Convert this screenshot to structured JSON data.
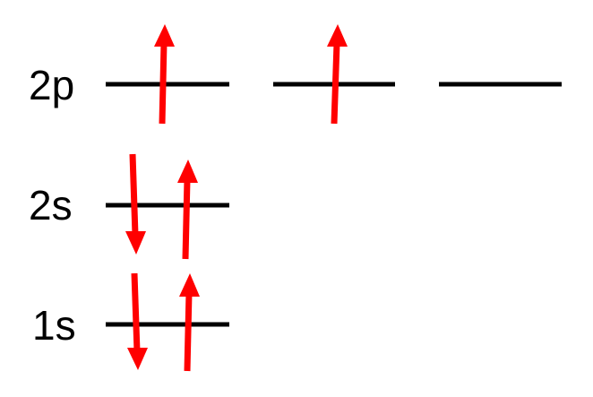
{
  "levels": [
    {
      "label": "2p",
      "orbitals": [
        "up",
        "up",
        "empty"
      ]
    },
    {
      "label": "2s",
      "orbitals": [
        "up-down"
      ]
    },
    {
      "label": "1s",
      "orbitals": [
        "up-down"
      ]
    }
  ],
  "colors": {
    "line": "#000000",
    "arrow": "#ff0000"
  }
}
